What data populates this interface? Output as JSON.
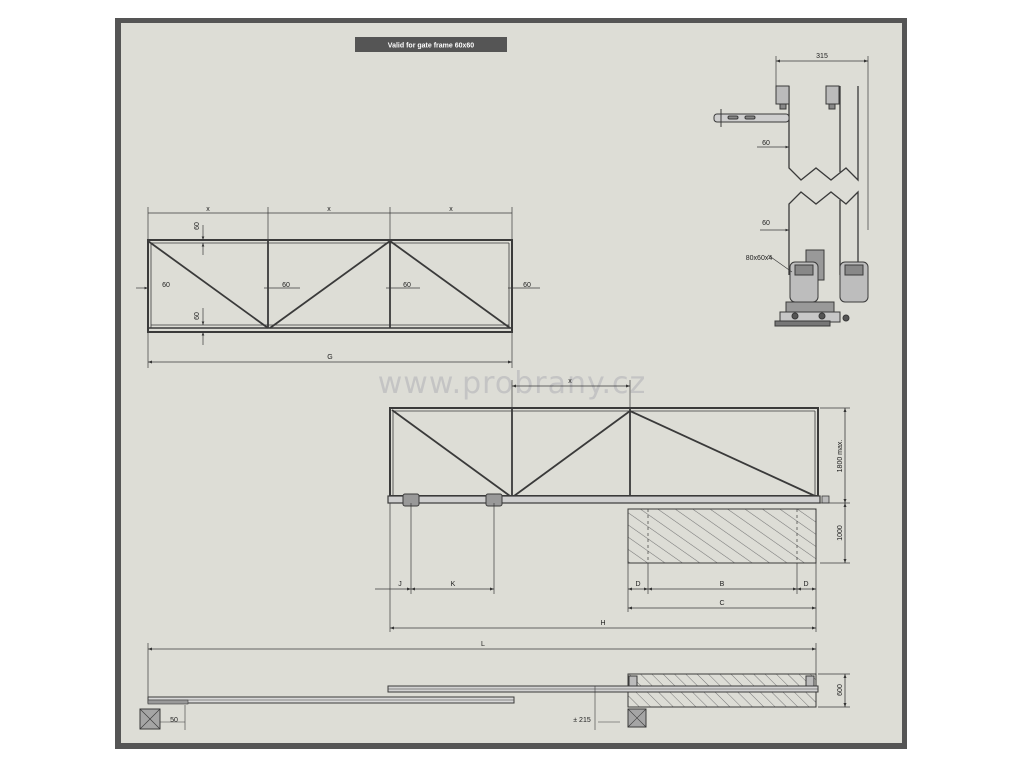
{
  "title_label": "Valid for gate frame 60x60",
  "watermark": "www.probrany.cz",
  "colors": {
    "outer_frame": "#555555",
    "drawing_background": "#ddddd6",
    "line": "#3a3a3a",
    "title_bar": "#555555"
  },
  "frame_view": {
    "panel_label": "x",
    "member_size_label": "60",
    "overall_length_label": "G"
  },
  "gate_view": {
    "top_label": "x",
    "height_label": "1800 max.",
    "foundation_label": "1000",
    "labels": {
      "j": "J",
      "k": "K",
      "d": "D",
      "b": "B",
      "c": "C",
      "h": "H"
    }
  },
  "detail_view": {
    "width_label": "315",
    "offset_label": "60",
    "beam_label": "80x60x4"
  },
  "plan_view": {
    "length_label": "L",
    "post_label": "50",
    "offset_label": "± 215",
    "depth_label": "600"
  }
}
